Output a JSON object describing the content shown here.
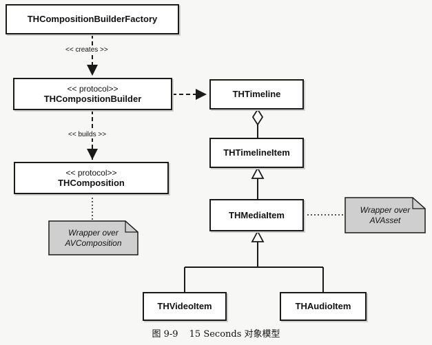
{
  "classes": {
    "factory": {
      "name": "THCompositionBuilderFactory"
    },
    "builder": {
      "stereotype": "<< protocol>>",
      "name": "THCompositionBuilder"
    },
    "composition": {
      "stereotype": "<< protocol>>",
      "name": "THComposition"
    },
    "timeline": {
      "name": "THTimeline"
    },
    "timeline_item": {
      "name": "THTimelineItem"
    },
    "media_item": {
      "name": "THMediaItem"
    },
    "video_item": {
      "name": "THVideoItem"
    },
    "audio_item": {
      "name": "THAudioItem"
    }
  },
  "edge_labels": {
    "creates": "<< creates >>",
    "builds": "<< builds >>"
  },
  "notes": {
    "av_composition": {
      "line1": "Wrapper over",
      "line2": "AVComposition"
    },
    "av_asset": {
      "line1": "Wrapper over",
      "line2": "AVAsset"
    }
  },
  "caption": {
    "figure": "图 9-9",
    "title": "15 Seconds 对象模型"
  },
  "colors": {
    "box_border": "#1a1a1a",
    "note_fill": "#cfcfcf",
    "line": "#1a1a1a",
    "background": "#f7f7f5"
  }
}
